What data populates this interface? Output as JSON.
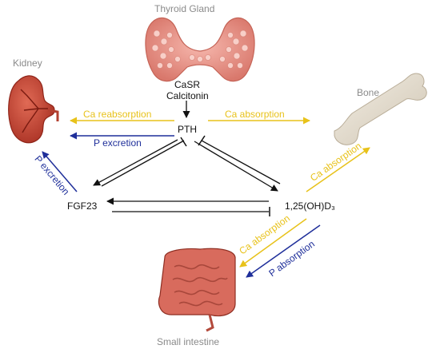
{
  "organs": {
    "thyroid": "Thyroid Gland",
    "kidney": "Kidney",
    "bone": "Bone",
    "intestine": "Small intestine"
  },
  "thyroid_factors": [
    "CaSR",
    "Calcitonin"
  ],
  "nodes": {
    "pth": "PTH",
    "fgf23": "FGF23",
    "vitd": "1,25(OH)D₃"
  },
  "edge_labels": {
    "pth_kidney_ca": "Ca reabsorption",
    "pth_kidney_p": "P excretion",
    "pth_bone_ca": "Ca absorption",
    "fgf23_kidney_p": "P excretion",
    "vitd_bone_ca": "Ca absorption",
    "vitd_intestine_ca": "Ca absorption",
    "intestine_vitd_p": "P absorption"
  },
  "colors": {
    "calcium": "#e8c21a",
    "phosphate": "#1f2f9a",
    "regulation": "#111111",
    "organ_label": "#8a8a8a",
    "thyroid": "#e98f86",
    "kidney": "#c6402f",
    "bone": "#e4ddd0",
    "intestine": "#c65a4e"
  }
}
